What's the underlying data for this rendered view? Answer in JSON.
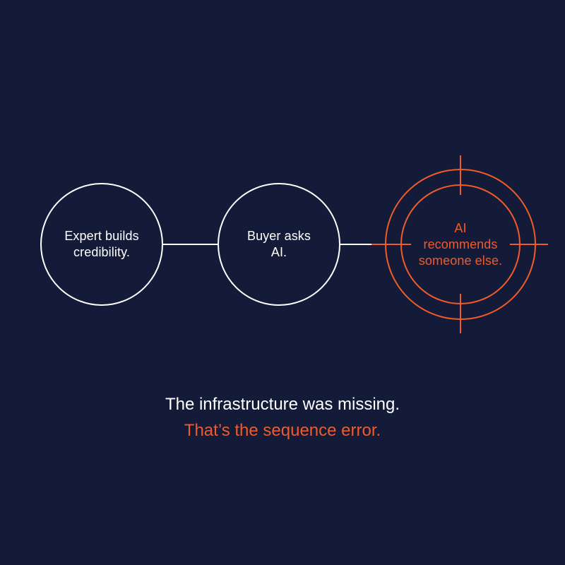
{
  "colors": {
    "background": "#141b38",
    "primary": "#ffffff",
    "accent": "#f15a29"
  },
  "steps": [
    {
      "lines": [
        "Expert builds",
        "credibility."
      ]
    },
    {
      "lines": [
        "Buyer asks",
        "AI."
      ]
    },
    {
      "lines": [
        "AI",
        "recommends",
        "someone else."
      ]
    }
  ],
  "target_icon": "crosshair-target-icon",
  "caption": {
    "line1": "The infrastructure was missing.",
    "line2": "That’s the sequence error."
  }
}
